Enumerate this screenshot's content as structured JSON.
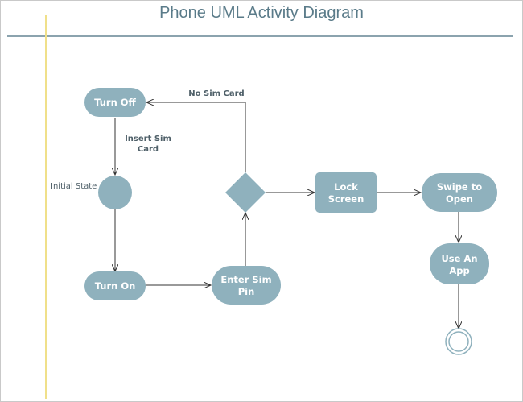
{
  "diagram": {
    "title": "Phone UML Activity Diagram",
    "nodes": {
      "turn_off": "Turn Off",
      "turn_on": "Turn On",
      "enter_sim_pin": [
        "Enter Sim",
        "Pin"
      ],
      "lock_screen": [
        "Lock",
        "Screen"
      ],
      "swipe_to_open": [
        "Swipe to",
        "Open"
      ],
      "use_an_app": [
        "Use An",
        "App"
      ]
    },
    "labels": {
      "initial_state": "Initial State",
      "insert_sim_card": [
        "Insert Sim",
        "Card"
      ],
      "no_sim_card": "No Sim Card"
    },
    "colors": {
      "node_fill": "#8fb1bd",
      "edge": "#333333",
      "title": "#5a7b89",
      "final_ring": "#8fb1bd"
    }
  }
}
